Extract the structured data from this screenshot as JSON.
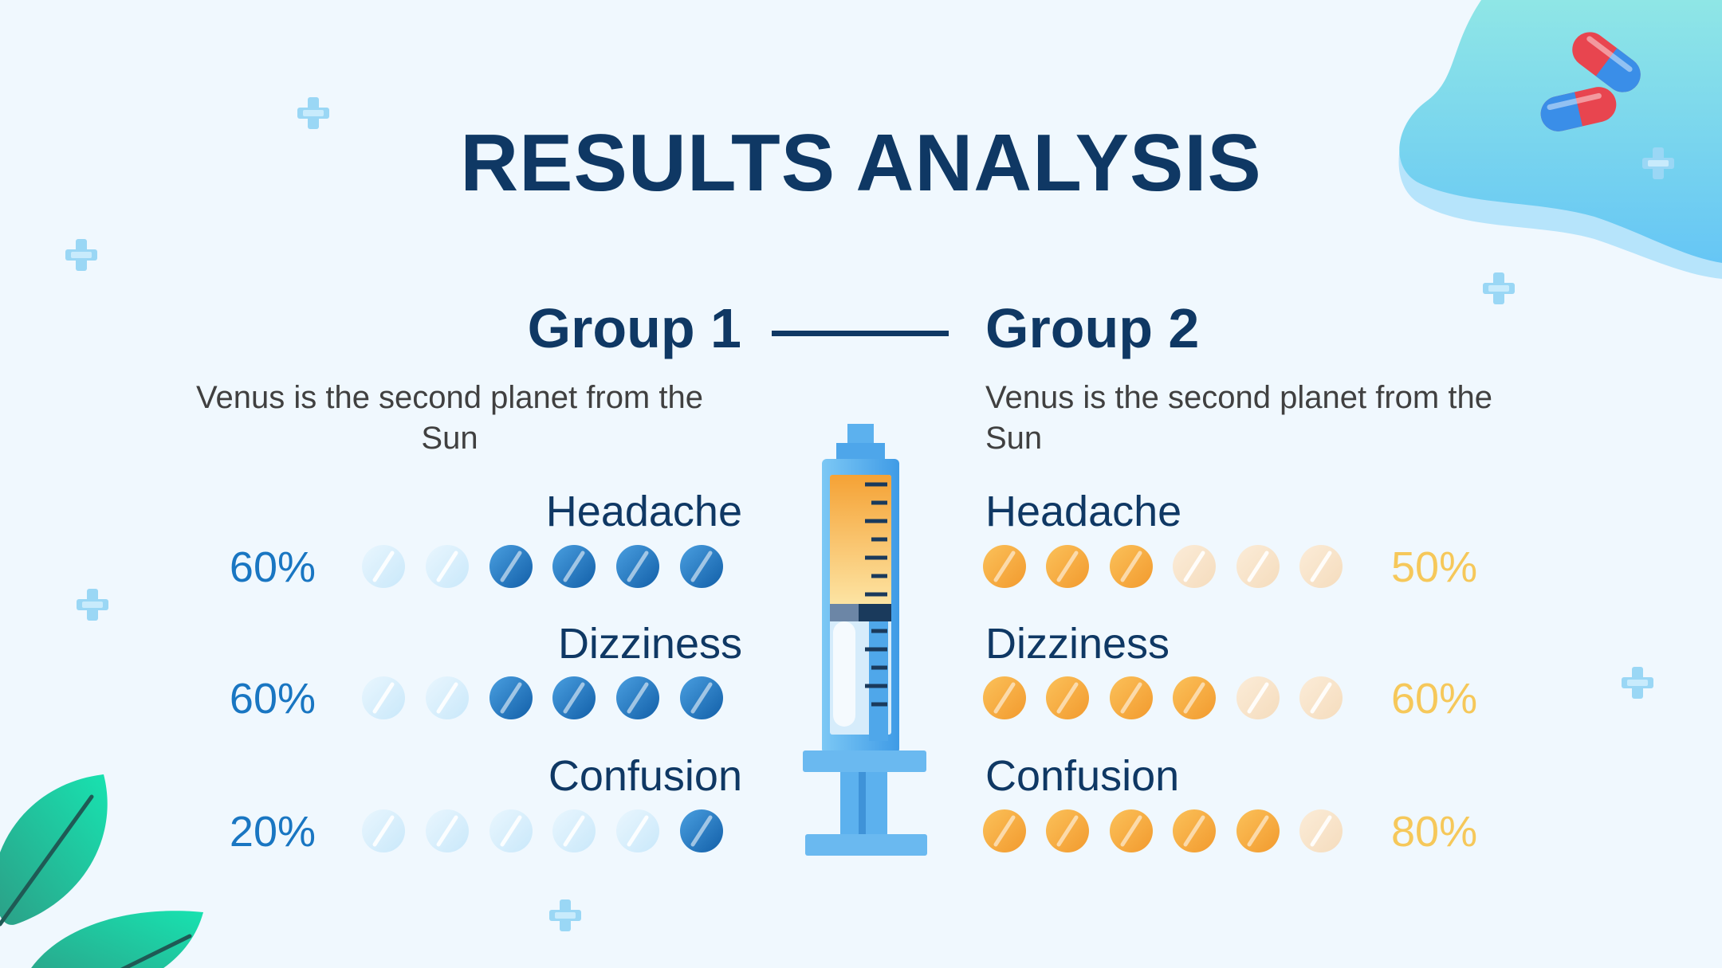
{
  "title": "RESULTS ANALYSIS",
  "groups": [
    {
      "title": "Group 1",
      "description": "Venus is the second planet from the Sun"
    },
    {
      "title": "Group 2",
      "description": "Venus is the second planet from the Sun"
    }
  ],
  "colors": {
    "title": "#0f3864",
    "group1_filled": "#1976c2",
    "group1_empty": "#d3ecfb",
    "group1_text": "#1976c2",
    "group2_filled": "#f5a235",
    "group2_empty": "#f8e2c6",
    "group2_text": "#f6c85a",
    "blob": "#7fd6f2"
  },
  "icons": [
    "plus-icon",
    "leaf-icon",
    "capsule-icon",
    "syringe-icon",
    "pill-icon"
  ],
  "chart_data": {
    "type": "pictograph",
    "units_per_row": 6,
    "categories": [
      "Headache",
      "Dizziness",
      "Confusion"
    ],
    "series": [
      {
        "name": "Group 1",
        "values": [
          60,
          60,
          20
        ],
        "labels": [
          "60%",
          "60%",
          "20%"
        ]
      },
      {
        "name": "Group 2",
        "values": [
          50,
          60,
          80
        ],
        "labels": [
          "50%",
          "60%",
          "80%"
        ]
      }
    ]
  }
}
